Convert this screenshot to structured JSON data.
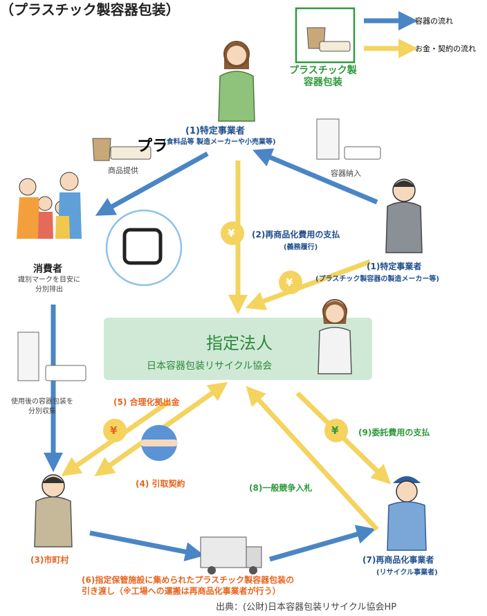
{
  "header": {
    "title": "（プラスチック製容器包装）"
  },
  "legend": {
    "item_label": "プラスチック製\n容器包装",
    "container_flow": "容器の流れ",
    "money_flow": "お金・契約の流れ"
  },
  "nodes": {
    "business_top": {
      "title": "(1)特定事業者",
      "sub": "(食料品等 製造メーカーや小売業等)"
    },
    "business_right": {
      "title": "(1)特定事業者",
      "sub": "(プラスチック製容器の製造メーカー等)"
    },
    "consumer": {
      "title": "消費者",
      "sub": "識別マークを目安に\n分別排出"
    },
    "designated": {
      "title": "指定法人",
      "sub": "日本容器包装リサイクル協会"
    },
    "municipality": {
      "title": "(3)市町村"
    },
    "recycler": {
      "title": "(7)再商品化事業者",
      "sub": "(リサイクル事業者)"
    }
  },
  "labels": {
    "product_supply": "商品提供",
    "container_delivery": "容器納入",
    "recycling_fee": "(2)再商品化費用の支払",
    "obligation": "(義務履行)",
    "separate_collection": "使用後の容器包装を\n分別収集",
    "rationalization": "(5) 合理化拠出金",
    "contract": "(4) 引取契約",
    "bidding": "(8)一般競争入札",
    "commission_fee": "(9)委託費用の支払",
    "handover": "(6)指定保管施設に集められたプラスチック製容器包装の\n引き渡し（※工場への運搬は再商品化事業者が行う）"
  },
  "mark": {
    "text": "プラ"
  },
  "yen": "¥",
  "source": "出典：(公財)日本容器包装リサイクル協会HP",
  "colors": {
    "blue_arrow": "#4a86c5",
    "yellow_arrow": "#f4d35e",
    "green_box": "#cfe9d6",
    "orange": "#e8641e"
  }
}
